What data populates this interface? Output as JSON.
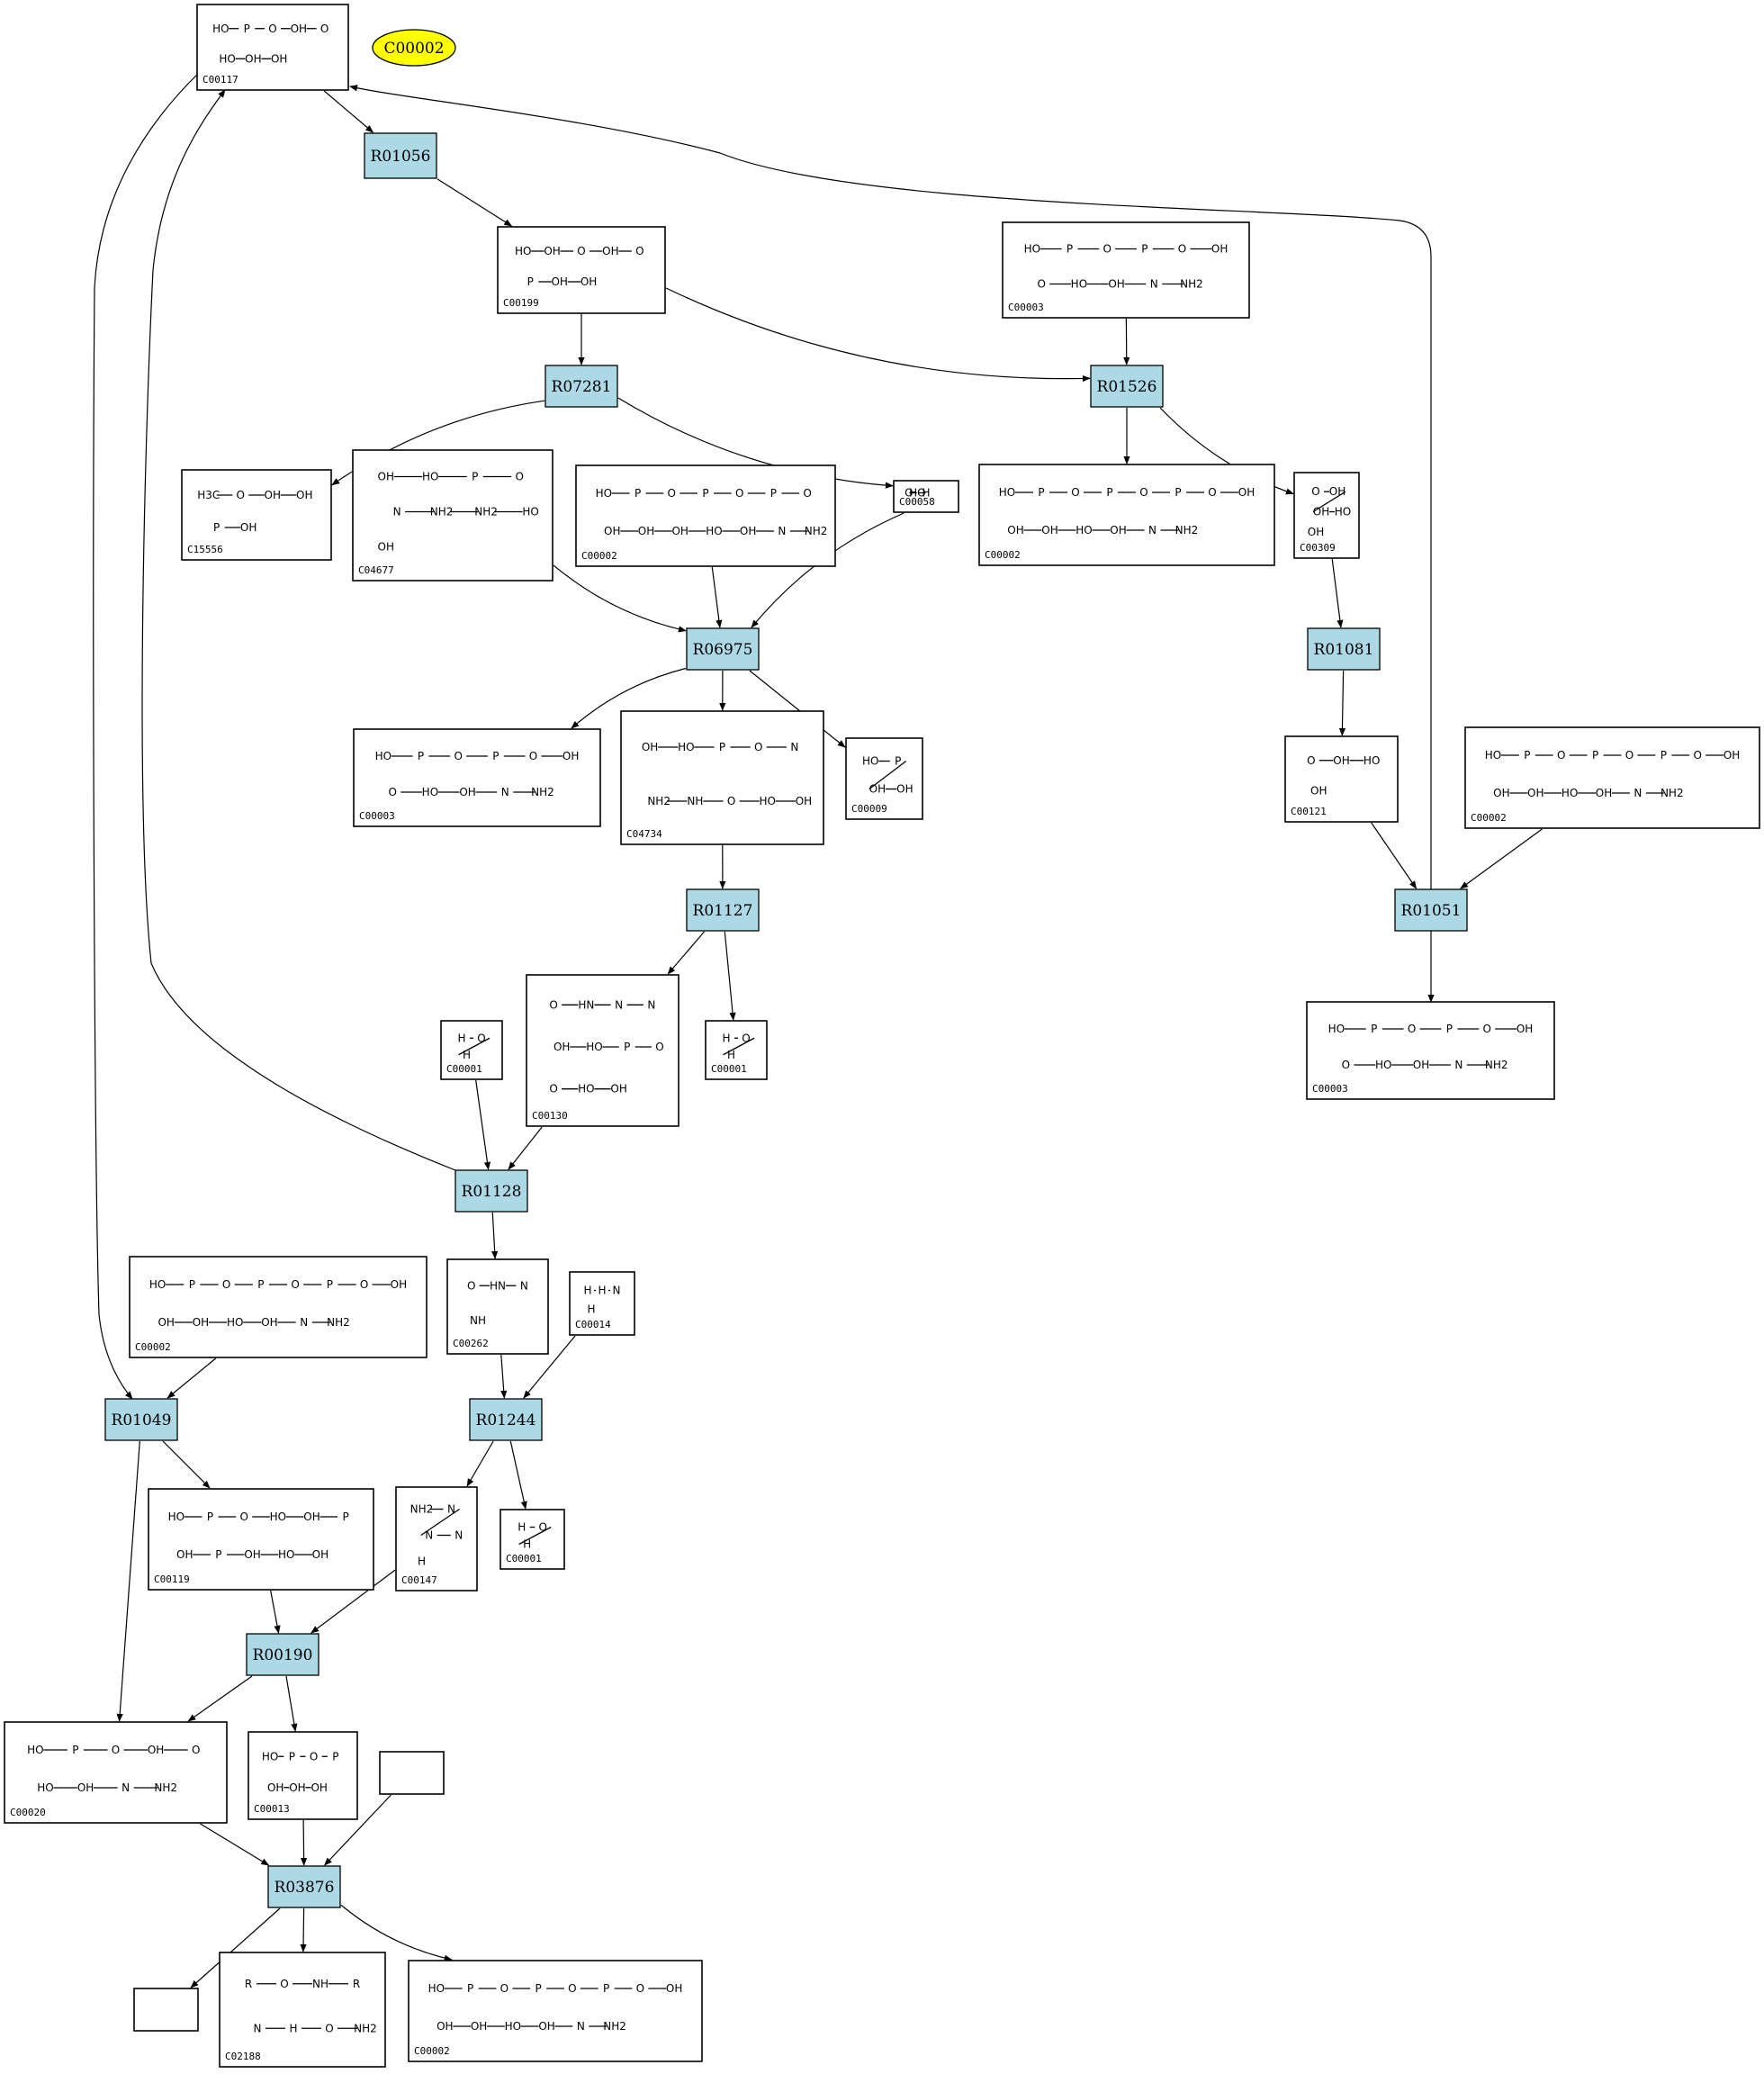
{
  "target": {
    "label": "C00002",
    "color": "#ffff00"
  },
  "reaction_color": "#add8e6",
  "reactions": [
    {
      "id": "R01056"
    },
    {
      "id": "R07281"
    },
    {
      "id": "R01526"
    },
    {
      "id": "R06975"
    },
    {
      "id": "R01081"
    },
    {
      "id": "R01127"
    },
    {
      "id": "R01051"
    },
    {
      "id": "R01128"
    },
    {
      "id": "R01049"
    },
    {
      "id": "R01244"
    },
    {
      "id": "R00190"
    },
    {
      "id": "R03876"
    }
  ],
  "compounds": [
    {
      "key": "c00117",
      "id": "C00117",
      "labels": [
        "HO",
        "P",
        "O",
        "OH",
        "O",
        "HO",
        "OH",
        "OH"
      ]
    },
    {
      "key": "c00199",
      "id": "C00199",
      "labels": [
        "HO",
        "OH",
        "O",
        "OH",
        "O",
        "P",
        "OH",
        "OH"
      ]
    },
    {
      "key": "c00003a",
      "id": "C00003",
      "labels": [
        "HO",
        "P",
        "O",
        "P",
        "O",
        "OH",
        "O",
        "HO",
        "OH",
        "N",
        "NH2"
      ]
    },
    {
      "key": "c15556",
      "id": "C15556",
      "labels": [
        "H3C",
        "O",
        "OH",
        "OH",
        "P",
        "OH"
      ]
    },
    {
      "key": "c04677",
      "id": "C04677",
      "labels": [
        "OH",
        "HO",
        "P",
        "O",
        "N",
        "NH2",
        "NH2",
        "HO",
        "OH"
      ]
    },
    {
      "key": "c00002a",
      "id": "C00002",
      "labels": [
        "HO",
        "P",
        "O",
        "P",
        "O",
        "P",
        "O",
        "OH",
        "OH",
        "OH",
        "HO",
        "OH",
        "N",
        "NH2"
      ]
    },
    {
      "key": "c00058",
      "id": "C00058",
      "labels": [
        "O",
        "HO",
        "H"
      ]
    },
    {
      "key": "c00002b",
      "id": "C00002",
      "labels": [
        "HO",
        "P",
        "O",
        "P",
        "O",
        "P",
        "O",
        "OH",
        "OH",
        "OH",
        "HO",
        "OH",
        "N",
        "NH2"
      ]
    },
    {
      "key": "c00309",
      "id": "C00309",
      "labels": [
        "O",
        "OH",
        "OH",
        "HO",
        "OH"
      ]
    },
    {
      "key": "c00003b",
      "id": "C00003",
      "labels": [
        "HO",
        "P",
        "O",
        "P",
        "O",
        "OH",
        "O",
        "HO",
        "OH",
        "N",
        "NH2"
      ]
    },
    {
      "key": "c04734",
      "id": "C04734",
      "labels": [
        "OH",
        "HO",
        "P",
        "O",
        "N",
        "NH2",
        "NH",
        "O",
        "HO",
        "OH"
      ]
    },
    {
      "key": "c00009",
      "id": "C00009",
      "labels": [
        "HO",
        "P",
        "OH",
        "OH"
      ]
    },
    {
      "key": "c00121",
      "id": "C00121",
      "labels": [
        "O",
        "OH",
        "HO",
        "OH"
      ]
    },
    {
      "key": "c00002c",
      "id": "C00002",
      "labels": [
        "HO",
        "P",
        "O",
        "P",
        "O",
        "P",
        "O",
        "OH",
        "OH",
        "OH",
        "HO",
        "OH",
        "N",
        "NH2"
      ]
    },
    {
      "key": "c00003c",
      "id": "C00003",
      "labels": [
        "HO",
        "P",
        "O",
        "P",
        "O",
        "OH",
        "O",
        "HO",
        "OH",
        "N",
        "NH2"
      ]
    },
    {
      "key": "c00001a",
      "id": "C00001",
      "labels": [
        "H",
        "O",
        "H"
      ]
    },
    {
      "key": "c00130",
      "id": "C00130",
      "labels": [
        "O",
        "HN",
        "N",
        "N",
        "OH",
        "HO",
        "P",
        "O",
        "O",
        "HO",
        "OH"
      ]
    },
    {
      "key": "c00001b",
      "id": "C00001",
      "labels": [
        "H",
        "O",
        "H"
      ]
    },
    {
      "key": "c00002d",
      "id": "C00002",
      "labels": [
        "HO",
        "P",
        "O",
        "P",
        "O",
        "P",
        "O",
        "OH",
        "OH",
        "OH",
        "HO",
        "OH",
        "N",
        "NH2"
      ]
    },
    {
      "key": "c00262",
      "id": "C00262",
      "labels": [
        "O",
        "HN",
        "N",
        "NH"
      ]
    },
    {
      "key": "c00014",
      "id": "C00014",
      "labels": [
        "H",
        "H",
        "N",
        "H"
      ]
    },
    {
      "key": "c00119",
      "id": "C00119",
      "labels": [
        "HO",
        "P",
        "O",
        "HO",
        "OH",
        "P",
        "OH",
        "P",
        "OH",
        "HO",
        "OH"
      ]
    },
    {
      "key": "c00147",
      "id": "C00147",
      "labels": [
        "NH2",
        "N",
        "N",
        "N",
        "H"
      ]
    },
    {
      "key": "c00001c",
      "id": "C00001",
      "labels": [
        "H",
        "O",
        "H"
      ]
    },
    {
      "key": "c00020",
      "id": "C00020",
      "labels": [
        "HO",
        "P",
        "O",
        "OH",
        "O",
        "HO",
        "OH",
        "N",
        "NH2"
      ]
    },
    {
      "key": "c00013",
      "id": "C00013",
      "labels": [
        "HO",
        "P",
        "O",
        "P",
        "OH",
        "OH",
        "OH"
      ]
    },
    {
      "key": "c02188",
      "id": "C02188",
      "labels": [
        "R",
        "O",
        "NH",
        "R",
        "N",
        "H",
        "O",
        "NH2"
      ]
    },
    {
      "key": "c00002e",
      "id": "C00002",
      "labels": [
        "HO",
        "P",
        "O",
        "P",
        "O",
        "P",
        "O",
        "OH",
        "OH",
        "OH",
        "HO",
        "OH",
        "N",
        "NH2"
      ]
    }
  ],
  "edges": [
    [
      "c00117",
      "R01056"
    ],
    [
      "R01056",
      "c00199"
    ],
    [
      "c00199",
      "R07281"
    ],
    [
      "c00199",
      "R01526"
    ],
    [
      "c00003a",
      "R01526"
    ],
    [
      "R07281",
      "c15556"
    ],
    [
      "R07281",
      "c00058"
    ],
    [
      "R01526",
      "c00002b"
    ],
    [
      "R01526",
      "c00309"
    ],
    [
      "c04677",
      "R06975"
    ],
    [
      "c00002a",
      "R06975"
    ],
    [
      "c00058",
      "R06975"
    ],
    [
      "R06975",
      "c00003b"
    ],
    [
      "R06975",
      "c04734"
    ],
    [
      "R06975",
      "c00009"
    ],
    [
      "c00309",
      "R01081"
    ],
    [
      "R01081",
      "c00121"
    ],
    [
      "c04734",
      "R01127"
    ],
    [
      "R01127",
      "c00130"
    ],
    [
      "R01127",
      "c00001b"
    ],
    [
      "c00121",
      "R01051"
    ],
    [
      "c00002c",
      "R01051"
    ],
    [
      "R01051",
      "c00003c"
    ],
    [
      "R01051",
      "c00117"
    ],
    [
      "c00001a",
      "R01128"
    ],
    [
      "c00130",
      "R01128"
    ],
    [
      "R01128",
      "c00117"
    ],
    [
      "R01128",
      "c00262"
    ],
    [
      "c00117",
      "R01049"
    ],
    [
      "c00002d",
      "R01049"
    ],
    [
      "c00262",
      "R01244"
    ],
    [
      "c00014",
      "R01244"
    ],
    [
      "R01049",
      "c00119"
    ],
    [
      "R01049",
      "c00020"
    ],
    [
      "R01244",
      "c00147"
    ],
    [
      "R01244",
      "c00001c"
    ],
    [
      "c00119",
      "R00190"
    ],
    [
      "c00147",
      "R00190"
    ],
    [
      "R00190",
      "c00020"
    ],
    [
      "R00190",
      "c00013"
    ],
    [
      "c00020",
      "R03876"
    ],
    [
      "c00013",
      "R03876"
    ],
    [
      "empty1",
      "R03876"
    ],
    [
      "R03876",
      "empty2"
    ],
    [
      "R03876",
      "c02188"
    ],
    [
      "R03876",
      "c00002e"
    ]
  ]
}
